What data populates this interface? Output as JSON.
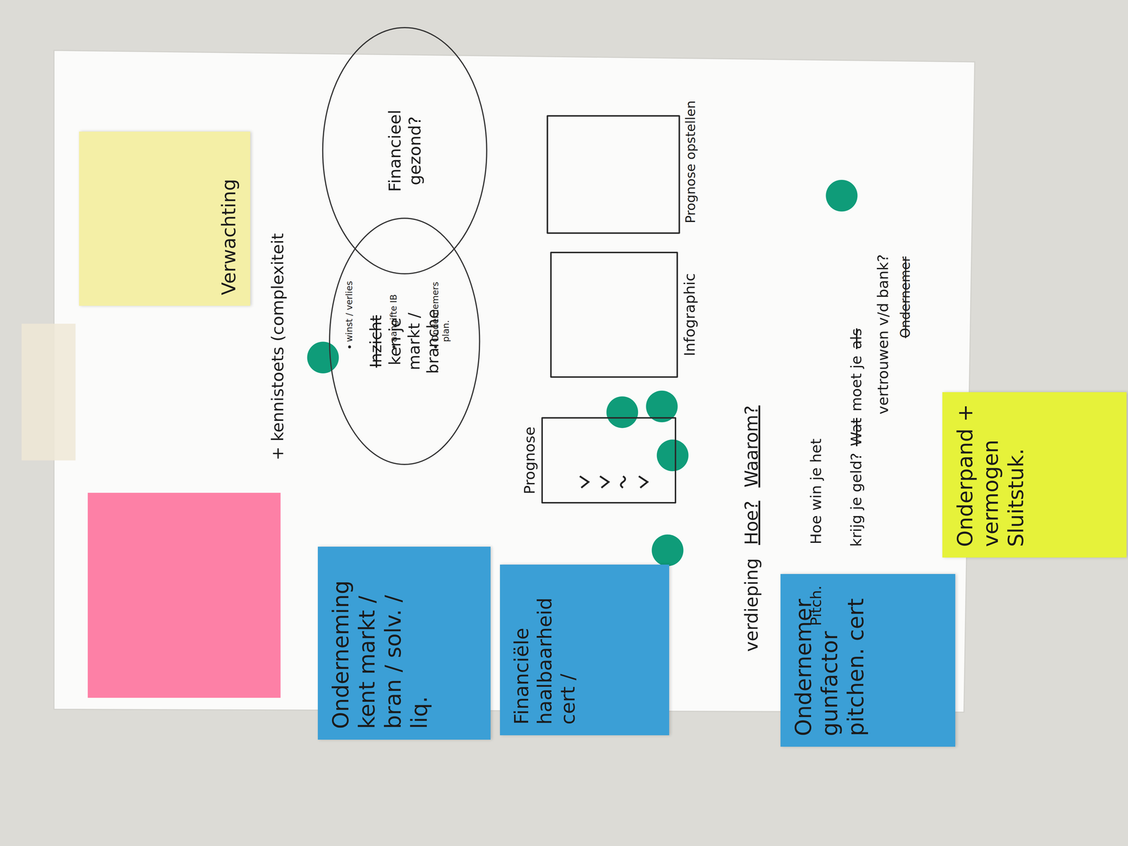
{
  "diagram": {
    "nodes": [
      {
        "text": [
          "Verwachting"
        ]
      },
      {
        "text": [
          "Onderneming kent markt / bran / solv. / liq."
        ]
      },
      {
        "text": [
          "Inzicht",
          "ken je markt / branche"
        ]
      },
      {
        "text": [
          "Financieel gezond?"
        ]
      },
      {
        "text": [
          "Financiële haalbaarheid cert /"
        ]
      },
      {
        "text": [
          "Prognose"
        ]
      },
      {
        "text": [
          "Infographic"
        ]
      },
      {
        "text": [
          "Prognose opstellen"
        ]
      },
      {
        "text": [
          "Ondernemer gunfactor pitchen. cert"
        ]
      },
      {
        "text": [
          "Onderpand + vermogen",
          "Sluitstuk."
        ]
      }
    ],
    "labels": [
      "+ kennistoets (complexiteit",
      "winst / verlies",
      "aangifte IB",
      "Ondernemers plan.",
      "verdieping",
      "Hoe?",
      "Waarom?",
      "Pitch.",
      "Hoe win je het",
      "krijg je geld?",
      "Wat",
      "moet je",
      "als",
      "vertrouwen v/d bank?",
      "Ondernemer"
    ]
  }
}
